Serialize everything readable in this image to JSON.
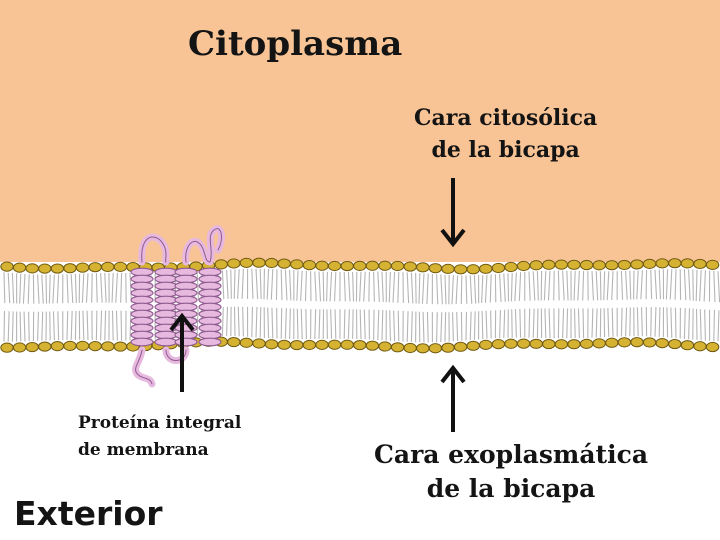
{
  "labels": {
    "cytoplasm": "Citoplasma",
    "cytosolic_face": [
      "Cara citosólica",
      "de la bicapa"
    ],
    "exoplasmic_face": [
      "Cara exoplasmática",
      "de la bicapa"
    ],
    "integral_protein": [
      "Proteína integral",
      "de membrana"
    ],
    "exterior": "Exterior"
  },
  "colors": {
    "cytoplasm_fill": "#F8C495",
    "lipid_head": "#D6B233",
    "lipid_head_outline": "#6F5A10",
    "lipid_tail": "#B5B5B5",
    "protein": "#E7B9DE",
    "protein_outline": "#8E5A8F",
    "arrow": "#111111"
  },
  "icons": {
    "protein": "transmembrane-helix-bundle",
    "arrows": "arrow-pointer"
  }
}
